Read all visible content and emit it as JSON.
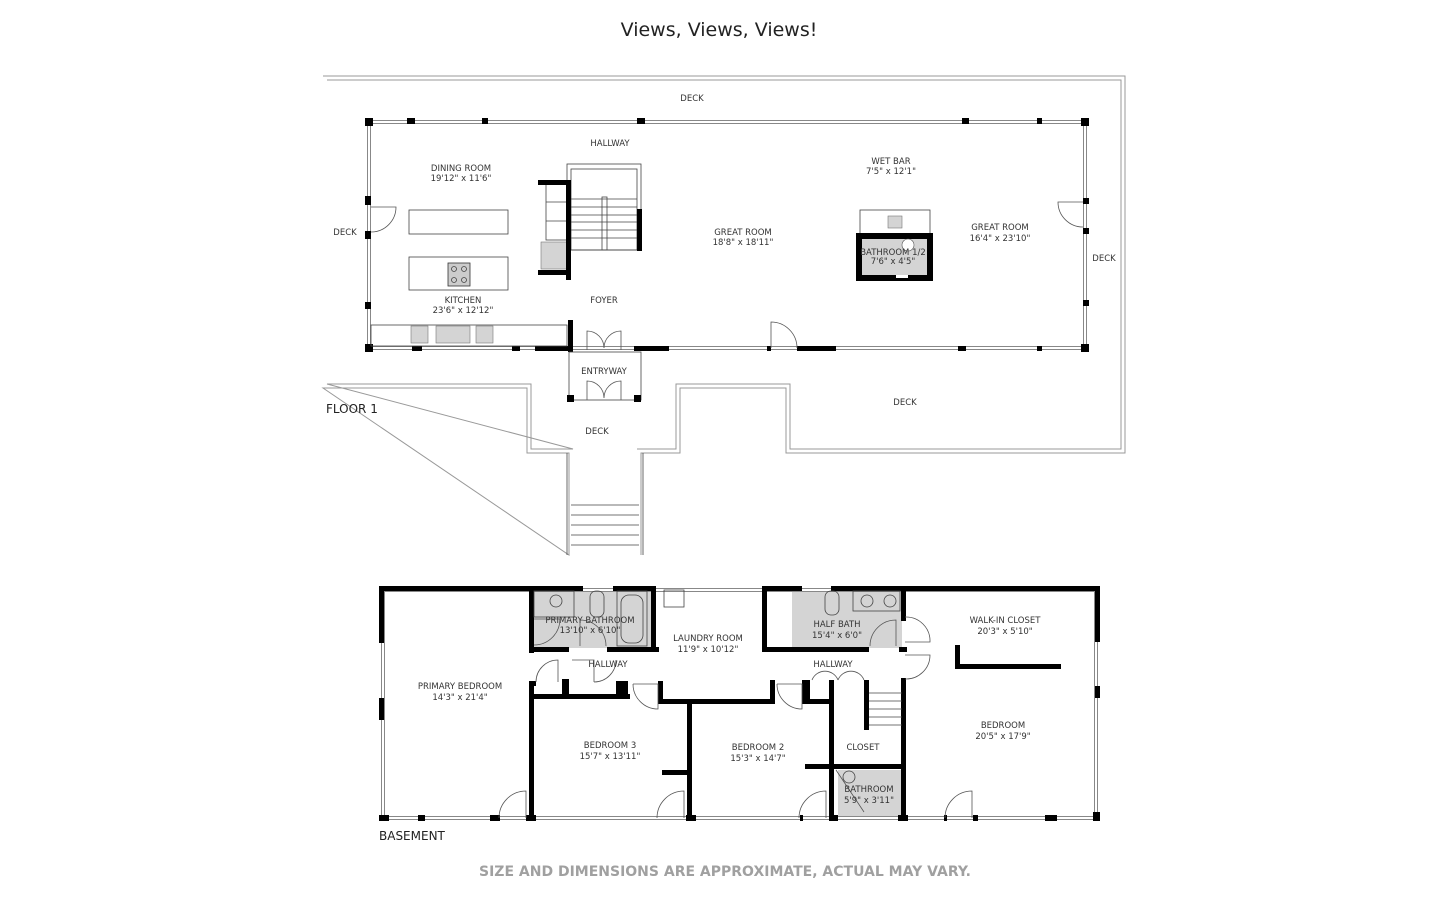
{
  "title": "Views, Views, Views!",
  "footer": "SIZE AND DIMENSIONS ARE APPROXIMATE, ACTUAL MAY VARY.",
  "floor1": {
    "label": "FLOOR 1",
    "rooms": [
      {
        "name": "DECK"
      },
      {
        "name": "HALLWAY"
      },
      {
        "name": "DINING ROOM",
        "dims": "19'12\" x 11'6\""
      },
      {
        "name": "WET BAR",
        "dims": "7'5\" x 12'1\""
      },
      {
        "name": "GREAT ROOM",
        "dims": "18'8\" x 18'11\""
      },
      {
        "name": "GREAT ROOM",
        "dims": "16'4\" x 23'10\""
      },
      {
        "name": "DECK"
      },
      {
        "name": "BATHROOM 1/2",
        "dims": "7'6\" x 4'5\""
      },
      {
        "name": "DECK"
      },
      {
        "name": "KITCHEN",
        "dims": "23'6\" x 12'12\""
      },
      {
        "name": "FOYER"
      },
      {
        "name": "ENTRYWAY"
      },
      {
        "name": "DECK"
      },
      {
        "name": "DECK"
      }
    ]
  },
  "basement": {
    "label": "BASEMENT",
    "rooms": [
      {
        "name": "PRIMARY BATHROOM",
        "dims": "13'10\" x 6'10\""
      },
      {
        "name": "LAUNDRY ROOM",
        "dims": "11'9\" x 10'12\""
      },
      {
        "name": "HALF BATH",
        "dims": "15'4\" x 6'0\""
      },
      {
        "name": "WALK-IN CLOSET",
        "dims": "20'3\" x 5'10\""
      },
      {
        "name": "HALLWAY"
      },
      {
        "name": "HALLWAY"
      },
      {
        "name": "PRIMARY BEDROOM",
        "dims": "14'3\" x 21'4\""
      },
      {
        "name": "BEDROOM 3",
        "dims": "15'7\" x 13'11\""
      },
      {
        "name": "BEDROOM 2",
        "dims": "15'3\" x 14'7\""
      },
      {
        "name": "CLOSET"
      },
      {
        "name": "BEDROOM",
        "dims": "20'5\" x 17'9\""
      },
      {
        "name": "BATHROOM",
        "dims": "5'9\" x 3'11\""
      }
    ]
  }
}
